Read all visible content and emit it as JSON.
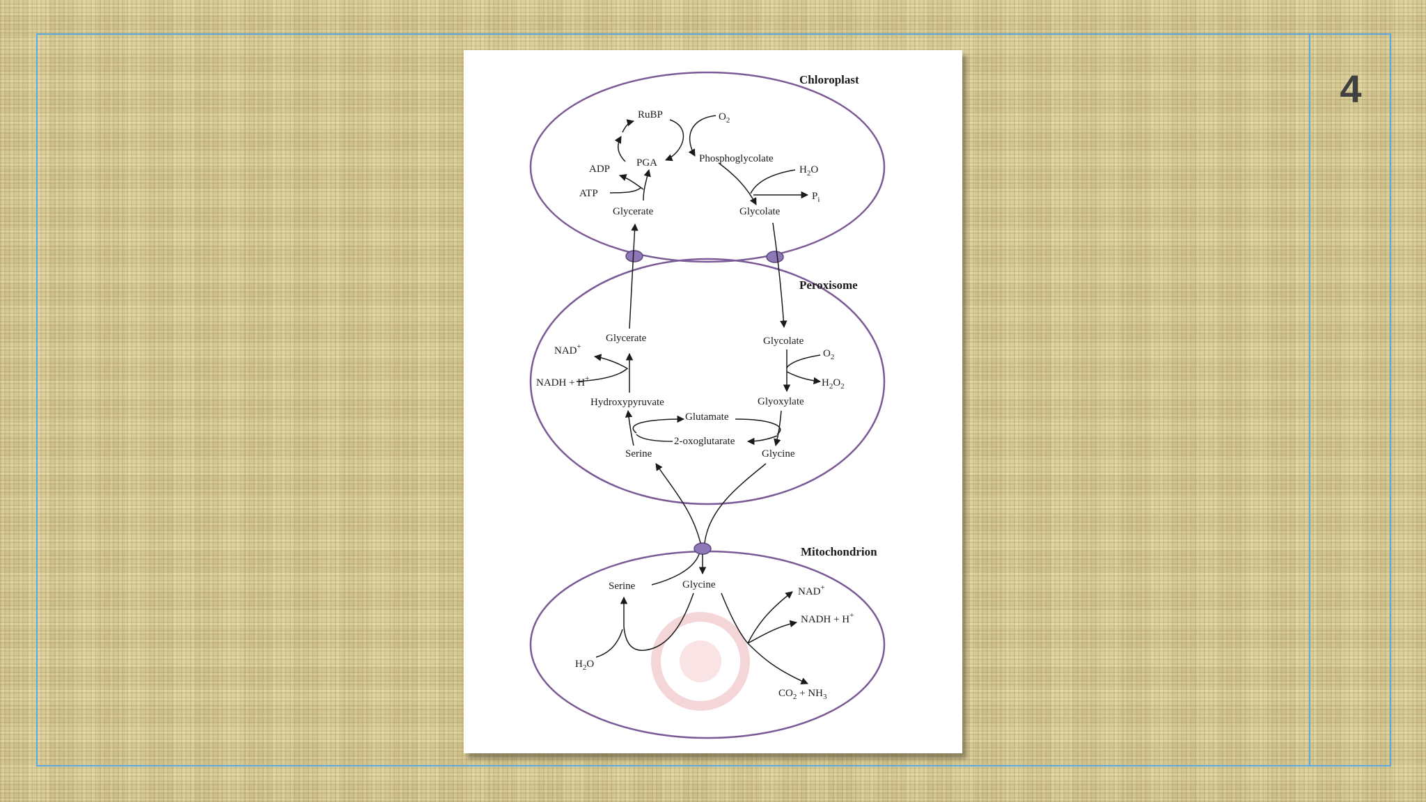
{
  "slide": {
    "number": "4"
  },
  "colors": {
    "frame": "#5aa9e0",
    "membrane": "#7a5a96",
    "transporter": "#8e78b8",
    "watermark": "#f2c9cc"
  },
  "diagram": {
    "compartments": {
      "chloroplast": "Chloroplast",
      "peroxisome": "Peroxisome",
      "mitochondrion": "Mitochondrion"
    },
    "chloroplast": {
      "rubp": "RuBP",
      "o2": "O",
      "o2_sub": "2",
      "pga": "PGA",
      "adp": "ADP",
      "atp": "ATP",
      "phosphoglycolate": "Phosphoglycolate",
      "h2o_h": "H",
      "h2o_sub": "2",
      "h2o_o": "O",
      "pi_p": "P",
      "pi_sub": "i",
      "glycerate": "Glycerate",
      "glycolate": "Glycolate"
    },
    "peroxisome": {
      "glycerate": "Glycerate",
      "glycolate": "Glycolate",
      "nad": "NAD",
      "nad_sup": "+",
      "nadh": "NADH + H",
      "nadh_sup": "+",
      "o2": "O",
      "o2_sub": "2",
      "h2o2_h": "H",
      "h2o2_sub1": "2",
      "h2o2_o": "O",
      "h2o2_sub2": "2",
      "hydroxypyruvate": "Hydroxypyruvate",
      "glyoxylate": "Glyoxylate",
      "glutamate": "Glutamate",
      "oxoglutarate": "2-oxoglutarate",
      "serine": "Serine",
      "glycine": "Glycine"
    },
    "mitochondrion": {
      "serine": "Serine",
      "glycine": "Glycine",
      "nad": "NAD",
      "nad_sup": "+",
      "nadh": "NADH + H",
      "nadh_sup": "+",
      "h2o_h": "H",
      "h2o_sub": "2",
      "h2o_o": "O",
      "co2_co": "CO",
      "co2_sub": "2",
      "nh3": " + NH",
      "nh3_sub": "3"
    }
  }
}
